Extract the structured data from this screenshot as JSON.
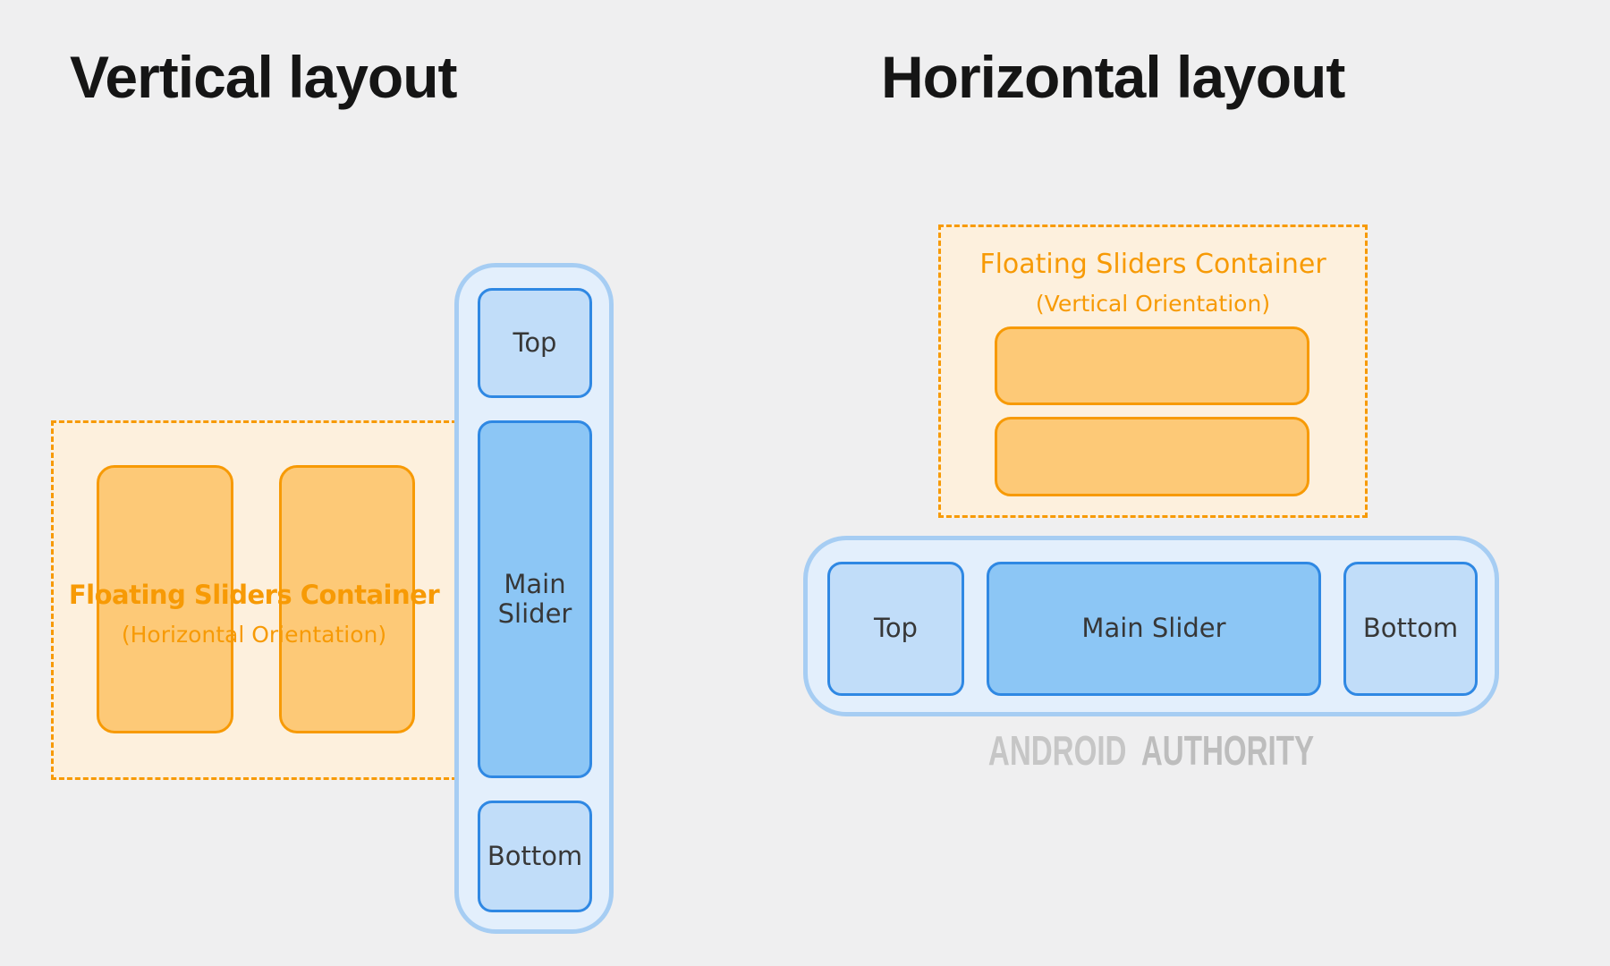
{
  "colors": {
    "page_bg": "#efeff0",
    "title_color": "#151515",
    "accent_orange": "#f79a05",
    "orange_fill": "#fdc977",
    "cream_bg": "#fdf0dd",
    "pill_bg": "#e3effc",
    "pill_border": "#a6cdf3",
    "box_fill": "#c1ddf9",
    "box_border": "#2f88e3",
    "main_fill": "#8cc6f5",
    "label_color": "#373737",
    "wm_color1": "#c6c6c6",
    "wm_color2": "#bdbdbd"
  },
  "left": {
    "title": "Vertical layout",
    "floating_container": {
      "title": "Floating Sliders Container",
      "subtitle": "(Horizontal Orientation)"
    },
    "pill": {
      "top_label": "Top",
      "main_label": "Main Slider",
      "bottom_label": "Bottom"
    }
  },
  "right": {
    "title": "Horizontal layout",
    "floating_container": {
      "title": "Floating Sliders Container",
      "subtitle": "(Vertical Orientation)"
    },
    "pill": {
      "top_label": "Top",
      "main_label": "Main Slider",
      "bottom_label": "Bottom"
    },
    "watermark": {
      "word1": "ANDROID",
      "word2": "AUTHORITY"
    }
  }
}
